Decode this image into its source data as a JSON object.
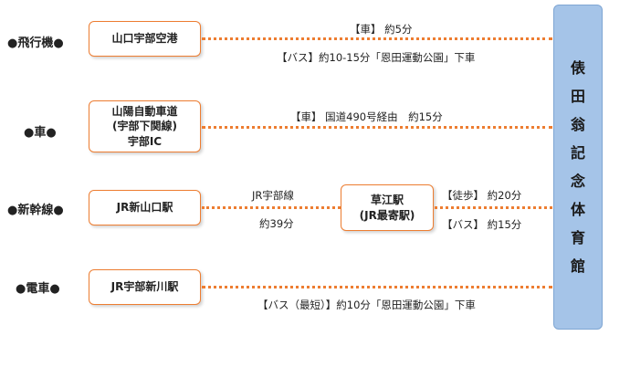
{
  "modes": {
    "airplane": "●飛行機●",
    "car": "●車●",
    "shinkansen": "●新幹線●",
    "train": "●電車●"
  },
  "stations": {
    "airport": "山口宇部空港",
    "expressway": "山陽自動車道\n(宇部下関線)\n宇部IC",
    "shinyamaguchi": "JR新山口駅",
    "kusae": "草江駅\n(JR最寄駅)",
    "ubeshinkawa": "JR宇部新川駅"
  },
  "routes": {
    "airport_car": "【車】 約5分",
    "airport_bus": "【バス】約10-15分「恩田運動公園」下車",
    "expressway_car": "【車】 国道490号経由　約15分",
    "jr_line_name": "JR宇部線",
    "jr_line_time": "約39分",
    "kusae_walk": "【徒歩】 約20分",
    "kusae_bus": "【バス】 約15分",
    "shinkawa_bus": "【バス（最短）】約10分「恩田運動公園」下車"
  },
  "destination": "俵田翁記念体育館",
  "colors": {
    "accent": "#ED7D31",
    "destination_fill": "#A5C4E8"
  }
}
